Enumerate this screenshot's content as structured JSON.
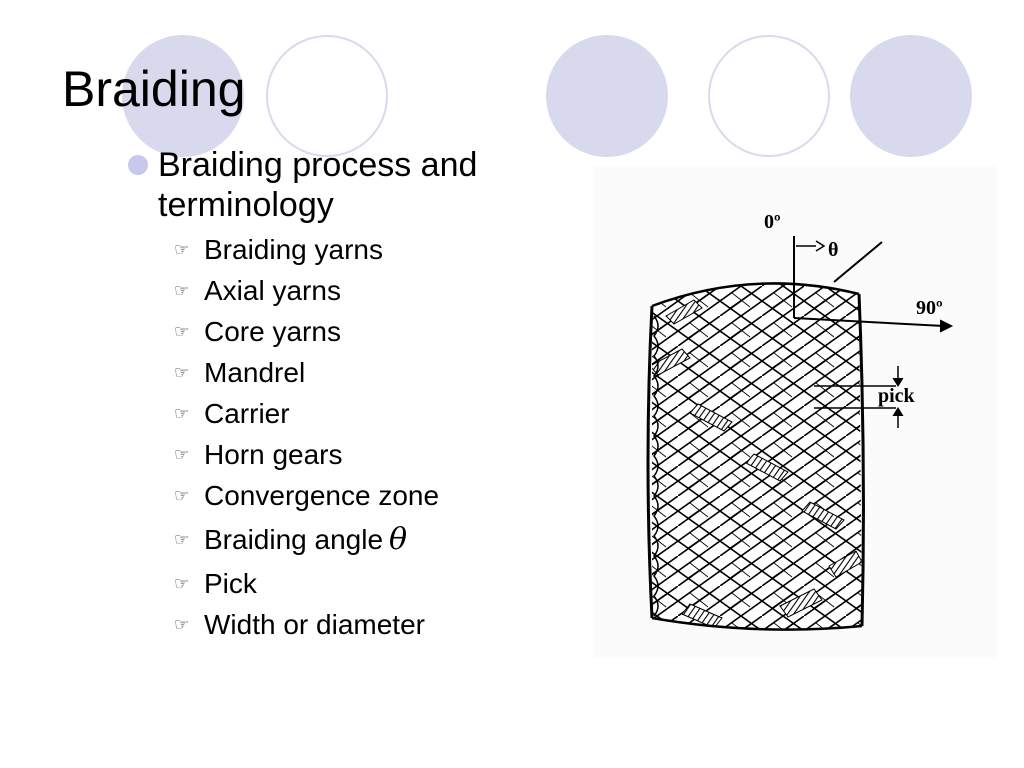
{
  "slide": {
    "title": "Braiding",
    "heading": "Braiding process and terminology",
    "terms": [
      "Braiding yarns",
      "Axial yarns",
      "Core yarns",
      "Mandrel",
      "Carrier",
      "Horn gears",
      "Convergence zone",
      "Braiding angle",
      "Pick",
      "Width or diameter"
    ],
    "angle_symbol": "θ"
  },
  "figure": {
    "label_zero": "0º",
    "label_theta": "θ",
    "label_ninety": "90º",
    "label_pick": "pick"
  },
  "icons": {
    "level1_bullet": "filled-circle-bullet",
    "level2_bullet": "pointing-hand-icon",
    "decoration": "circle-decoration"
  },
  "colors": {
    "accent": "#d9d9ee",
    "bullet": "#c8c8ec",
    "text": "#000000"
  }
}
